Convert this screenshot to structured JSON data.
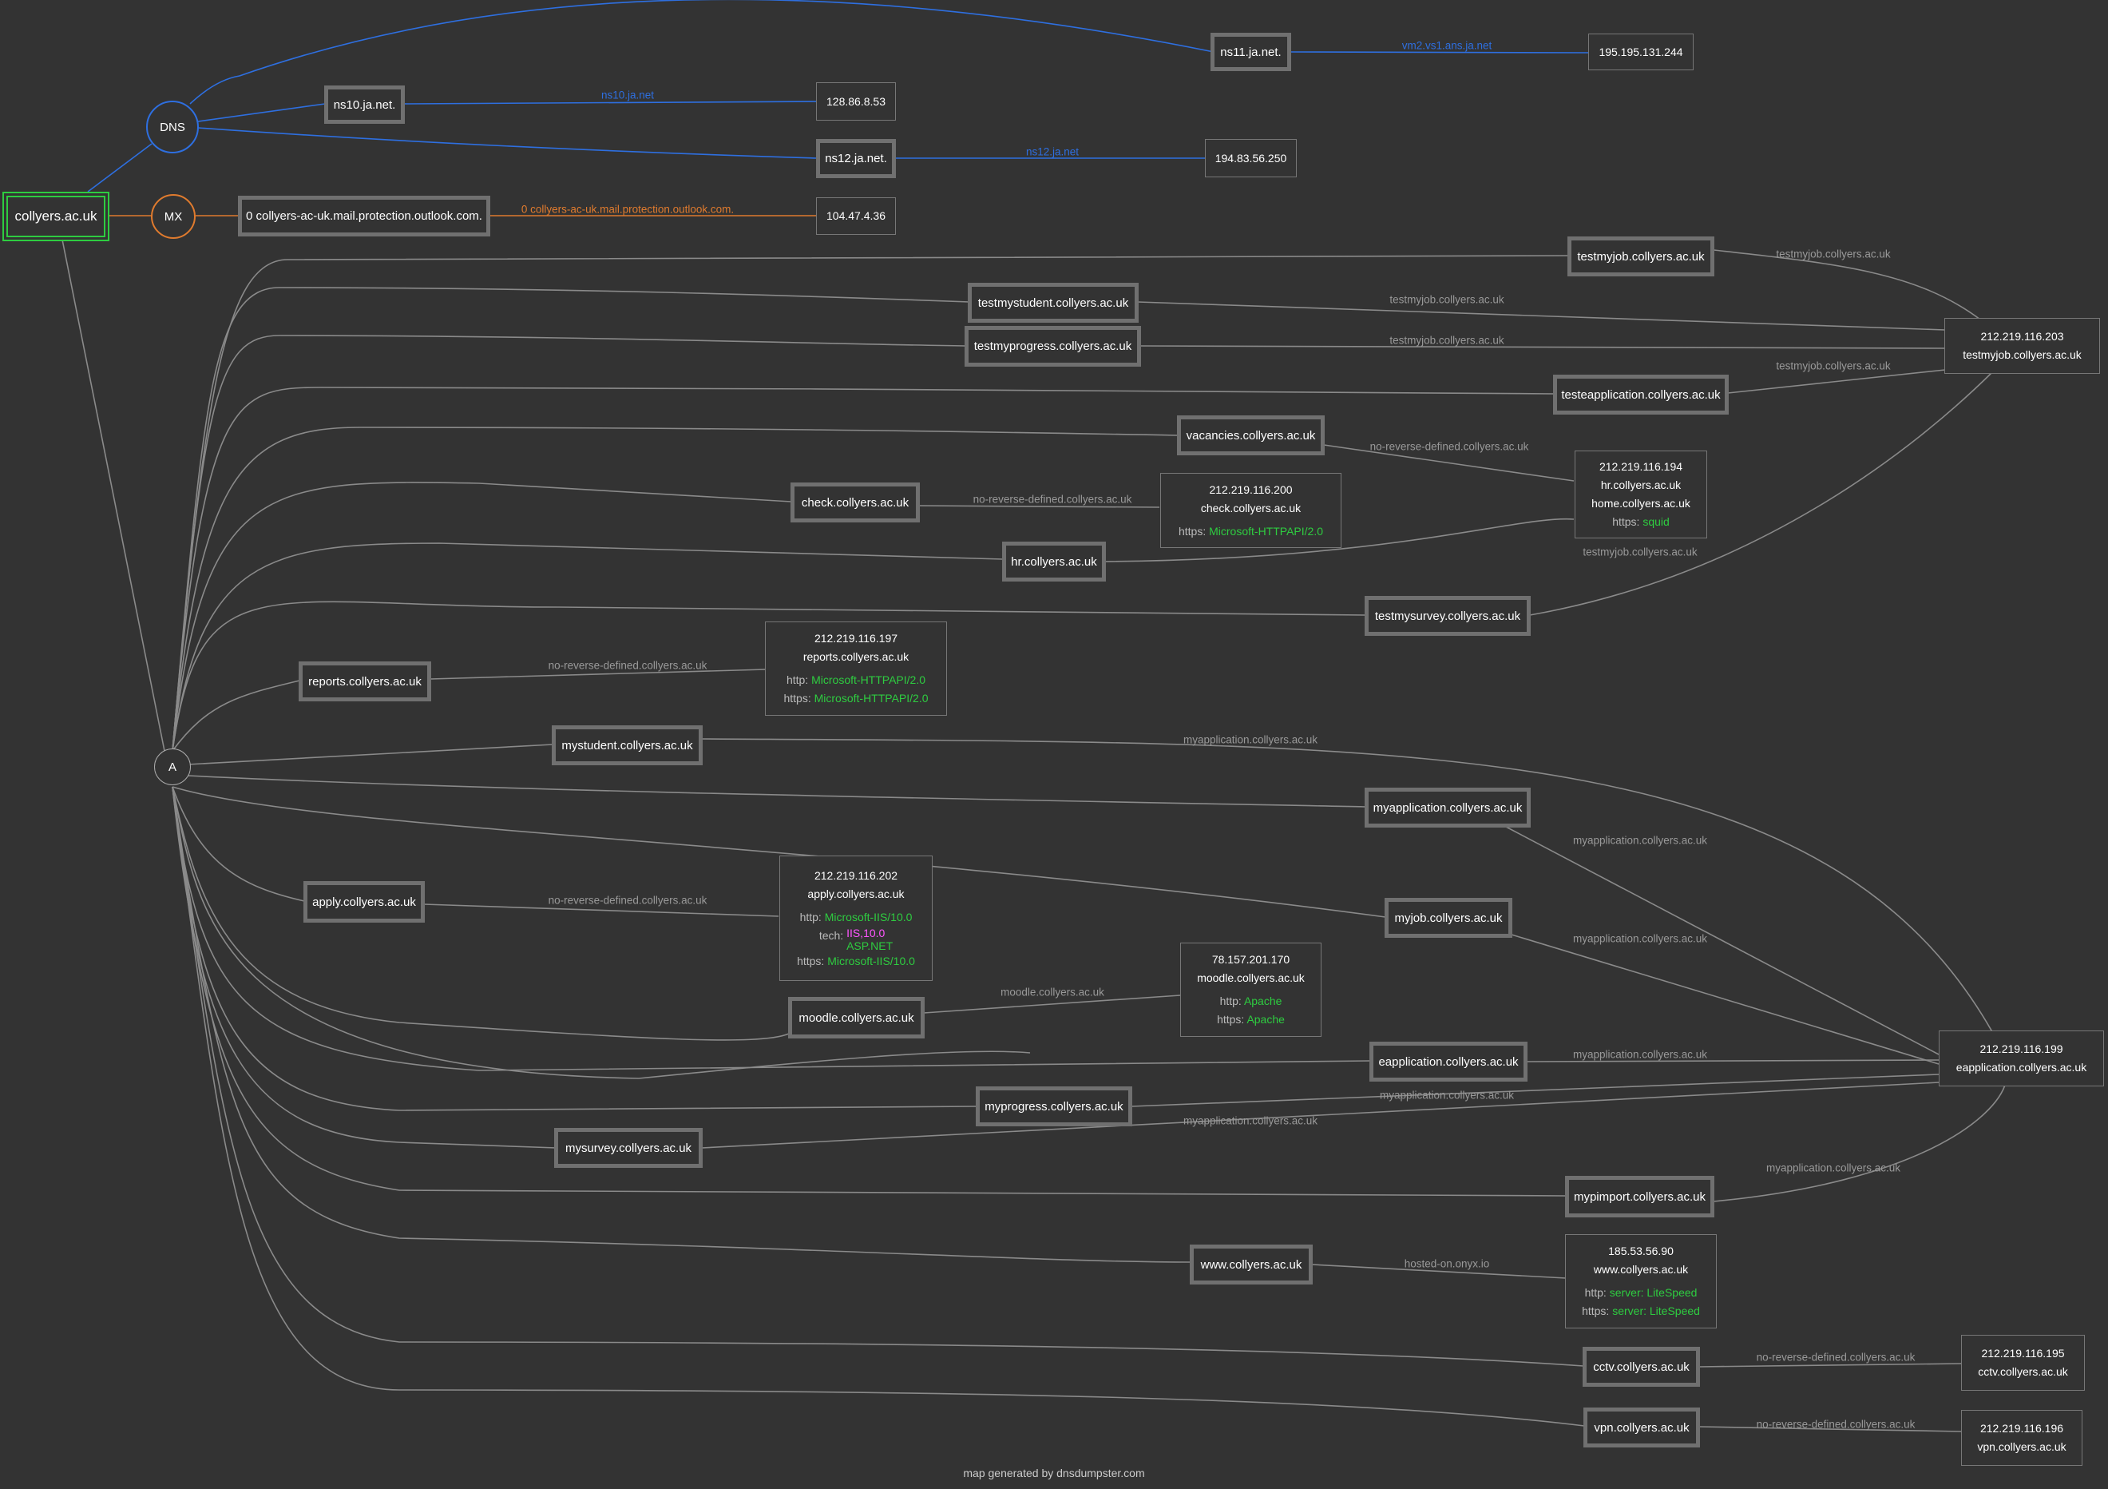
{
  "domain": "collyers.ac.uk",
  "hubs": {
    "dns": "DNS",
    "mx": "MX",
    "a": "A"
  },
  "colors": {
    "background": "#333333",
    "dns": "#2e6fe0",
    "mx": "#e07b2e",
    "host_edge": "#8a8a8a",
    "value": "#2ecc40",
    "tech_alt": "#ff55ff",
    "root_border": "#2ecc40"
  },
  "nameservers": [
    {
      "name": "ns11.ja.net.",
      "edge_label": "vm2.vs1.ans.ja.net",
      "ip": "195.195.131.244"
    },
    {
      "name": "ns10.ja.net.",
      "edge_label": "ns10.ja.net",
      "ip": "128.86.8.53"
    },
    {
      "name": "ns12.ja.net.",
      "edge_label": "ns12.ja.net",
      "ip": "194.83.56.250"
    }
  ],
  "mx": {
    "name": "0 collyers-ac-uk.mail.protection.outlook.com.",
    "edge_label": "0 collyers-ac-uk.mail.protection.outlook.com.",
    "ip": "104.47.4.36"
  },
  "hosts": [
    "testmyjob.collyers.ac.uk",
    "testmystudent.collyers.ac.uk",
    "testmyprogress.collyers.ac.uk",
    "testeapplication.collyers.ac.uk",
    "vacancies.collyers.ac.uk",
    "check.collyers.ac.uk",
    "hr.collyers.ac.uk",
    "testmysurvey.collyers.ac.uk",
    "reports.collyers.ac.uk",
    "mystudent.collyers.ac.uk",
    "myapplication.collyers.ac.uk",
    "apply.collyers.ac.uk",
    "myjob.collyers.ac.uk",
    "moodle.collyers.ac.uk",
    "eapplication.collyers.ac.uk",
    "myprogress.collyers.ac.uk",
    "mysurvey.collyers.ac.uk",
    "mypimport.collyers.ac.uk",
    "www.collyers.ac.uk",
    "cctv.collyers.ac.uk",
    "vpn.collyers.ac.uk"
  ],
  "ip_nodes": {
    "testmyjob": {
      "ip": "212.219.116.203",
      "host": "testmyjob.collyers.ac.uk"
    },
    "hr": {
      "ip": "212.219.116.194",
      "host1": "hr.collyers.ac.uk",
      "host2": "home.collyers.ac.uk",
      "https_k": "https:",
      "https_v": "squid"
    },
    "check": {
      "ip": "212.219.116.200",
      "host": "check.collyers.ac.uk",
      "https_k": "https:",
      "https_v": "Microsoft-HTTPAPI/2.0"
    },
    "reports": {
      "ip": "212.219.116.197",
      "host": "reports.collyers.ac.uk",
      "http_k": "http:",
      "http_v": "Microsoft-HTTPAPI/2.0",
      "https_k": "https:",
      "https_v": "Microsoft-HTTPAPI/2.0"
    },
    "apply": {
      "ip": "212.219.116.202",
      "host": "apply.collyers.ac.uk",
      "http_k": "http:",
      "http_v": "Microsoft-IIS/10.0",
      "tech_k": "tech:",
      "tech_v1": "IIS,10.0",
      "tech_v2": "ASP.NET",
      "https_k": "https:",
      "https_v": "Microsoft-IIS/10.0"
    },
    "moodle": {
      "ip": "78.157.201.170",
      "host": "moodle.collyers.ac.uk",
      "http_k": "http:",
      "http_v": "Apache",
      "https_k": "https:",
      "https_v": "Apache"
    },
    "eapplication": {
      "ip": "212.219.116.199",
      "host": "eapplication.collyers.ac.uk"
    },
    "www": {
      "ip": "185.53.56.90",
      "host": "www.collyers.ac.uk",
      "http_k": "http:",
      "http_v": "server: LiteSpeed",
      "https_k": "https:",
      "https_v": "server: LiteSpeed"
    },
    "cctv": {
      "ip": "212.219.116.195",
      "host": "cctv.collyers.ac.uk"
    },
    "vpn": {
      "ip": "212.219.116.196",
      "host": "vpn.collyers.ac.uk"
    }
  },
  "edge_labels": {
    "testmyjob_1": "testmyjob.collyers.ac.uk",
    "testmyjob_2": "testmyjob.collyers.ac.uk",
    "testmyjob_3": "testmyjob.collyers.ac.uk",
    "testmyjob_4": "testmyjob.collyers.ac.uk",
    "testmyjob_5": "testmyjob.collyers.ac.uk",
    "vacancies": "no-reverse-defined.collyers.ac.uk",
    "check": "no-reverse-defined.collyers.ac.uk",
    "reports": "no-reverse-defined.collyers.ac.uk",
    "apply": "no-reverse-defined.collyers.ac.uk",
    "moodle": "moodle.collyers.ac.uk",
    "myapp_1": "myapplication.collyers.ac.uk",
    "myapp_2": "myapplication.collyers.ac.uk",
    "myapp_3": "myapplication.collyers.ac.uk",
    "myapp_4": "myapplication.collyers.ac.uk",
    "myapp_5": "myapplication.collyers.ac.uk",
    "myapp_6": "myapplication.collyers.ac.uk",
    "myapp_7": "myapplication.collyers.ac.uk",
    "www": "hosted-on.onyx.io",
    "cctv": "no-reverse-defined.collyers.ac.uk",
    "vpn": "no-reverse-defined.collyers.ac.uk"
  },
  "footer": "map generated by dnsdumpster.com"
}
